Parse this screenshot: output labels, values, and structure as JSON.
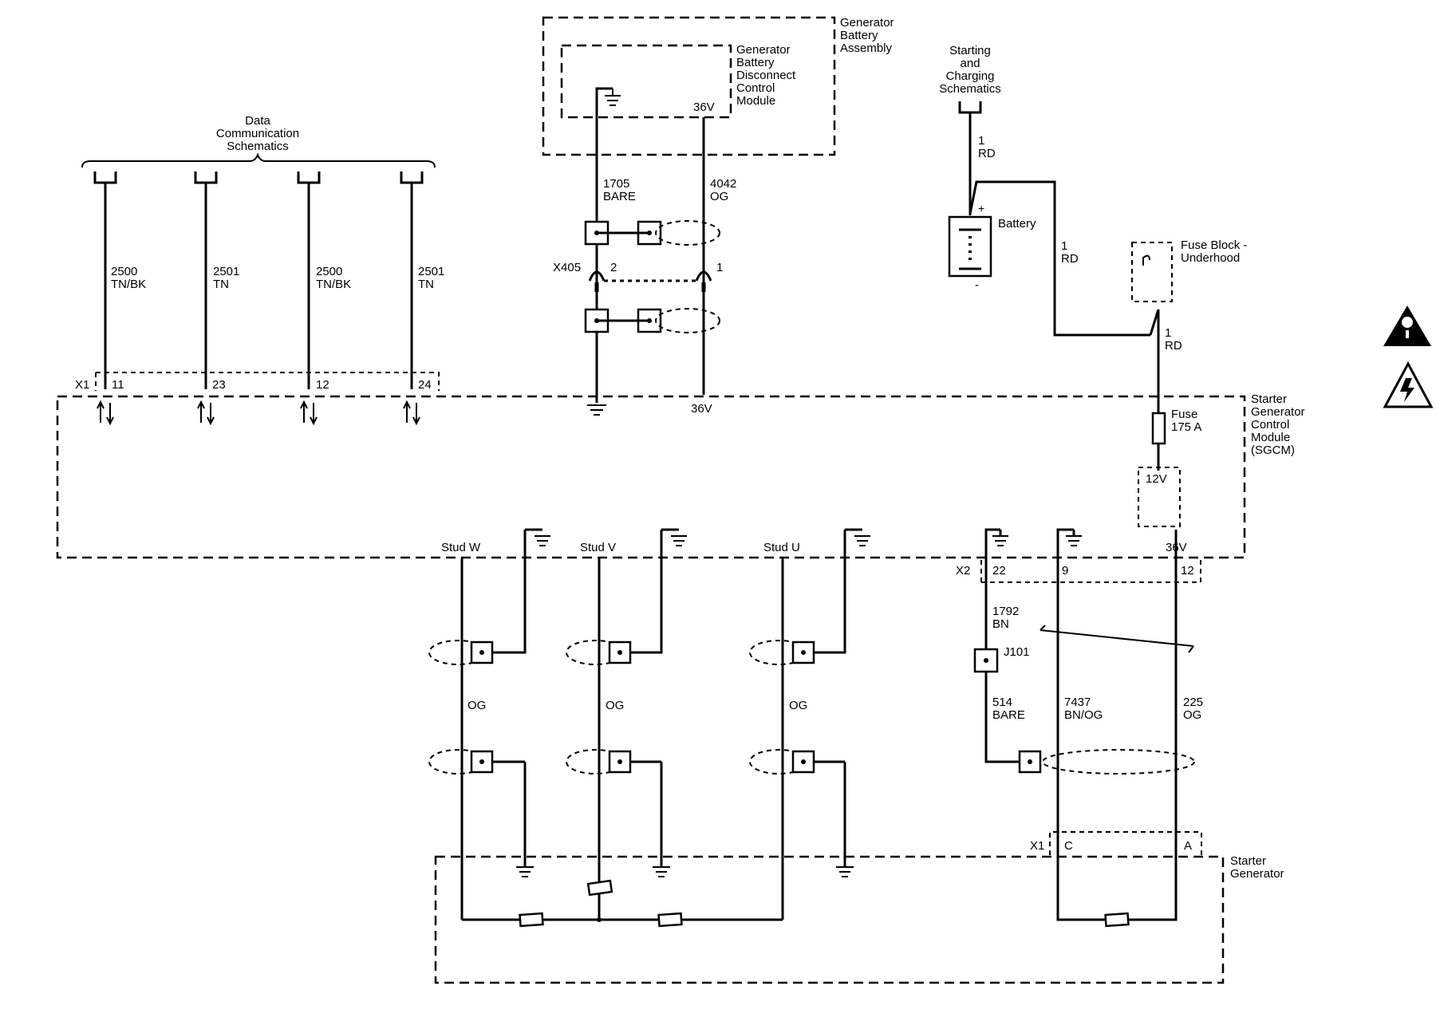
{
  "modules": {
    "generator_battery_assembly": [
      "Generator",
      "Battery",
      "Assembly"
    ],
    "disconnect_module": [
      "Generator",
      "Battery",
      "Disconnect",
      "Control",
      "Module"
    ],
    "data_comm": [
      "Data",
      "Communication",
      "Schematics"
    ],
    "starting_charging": [
      "Starting",
      "and",
      "Charging",
      "Schematics"
    ],
    "battery": "Battery",
    "battery_plus": "+",
    "battery_minus": "-",
    "fuse_block": [
      "Fuse Block -",
      "Underhood"
    ],
    "fuse": [
      "Fuse",
      "175 A"
    ],
    "sgcm": [
      "Starter",
      "Generator",
      "Control",
      "Module",
      "(SGCM)"
    ],
    "starter_generator": [
      "Starter",
      "Generator"
    ]
  },
  "voltages": {
    "v36_module": "36V",
    "v36_sgcm_top": "36V",
    "v36_sgcm_bottom": "36V",
    "v12": "12V"
  },
  "connectors": {
    "x1_top": {
      "name": "X1",
      "pins": [
        "11",
        "23",
        "12",
        "24"
      ]
    },
    "x405": {
      "name": "X405",
      "pins": [
        "2",
        "1"
      ]
    },
    "x2": {
      "name": "X2",
      "pins": [
        "22",
        "9",
        "12"
      ]
    },
    "x1_bottom": {
      "name": "X1",
      "pins": [
        "C",
        "A"
      ]
    }
  },
  "splice": "J101",
  "data_wires": [
    {
      "circuit": "2500",
      "color": "TN/BK"
    },
    {
      "circuit": "2501",
      "color": "TN"
    },
    {
      "circuit": "2500",
      "color": "TN/BK"
    },
    {
      "circuit": "2501",
      "color": "TN"
    }
  ],
  "wires": {
    "w1705": {
      "circuit": "1705",
      "color": "BARE"
    },
    "w4042": {
      "circuit": "4042",
      "color": "OG"
    },
    "w1_rd_a": {
      "circuit": "1",
      "color": "RD"
    },
    "w1_rd_b": {
      "circuit": "1",
      "color": "RD"
    },
    "w1_rd_c": {
      "circuit": "1",
      "color": "RD"
    },
    "w1792": {
      "circuit": "1792",
      "color": "BN"
    },
    "w514": {
      "circuit": "514",
      "color": "BARE"
    },
    "w7437": {
      "circuit": "7437",
      "color": "BN/OG"
    },
    "w225": {
      "circuit": "225",
      "color": "OG"
    }
  },
  "studs": [
    "Stud W",
    "Stud V",
    "Stud U"
  ],
  "phase_wire_color": "OG",
  "icons": [
    "caution-triangle-icon",
    "high-voltage-icon"
  ]
}
